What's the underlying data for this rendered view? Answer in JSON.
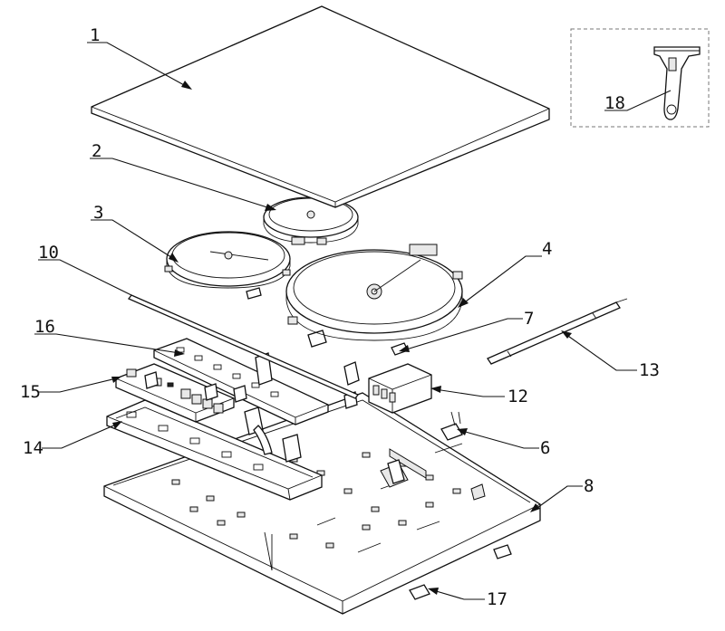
{
  "labels": [
    {
      "id": "1",
      "text": "1"
    },
    {
      "id": "2",
      "text": "2"
    },
    {
      "id": "3",
      "text": "3"
    },
    {
      "id": "4",
      "text": "4"
    },
    {
      "id": "6",
      "text": "6"
    },
    {
      "id": "7",
      "text": "7"
    },
    {
      "id": "8",
      "text": "8"
    },
    {
      "id": "10",
      "text": "10"
    },
    {
      "id": "12",
      "text": "12"
    },
    {
      "id": "13",
      "text": "13"
    },
    {
      "id": "14",
      "text": "14"
    },
    {
      "id": "15",
      "text": "15"
    },
    {
      "id": "16",
      "text": "16"
    },
    {
      "id": "17",
      "text": "17"
    },
    {
      "id": "18",
      "text": "18"
    }
  ]
}
